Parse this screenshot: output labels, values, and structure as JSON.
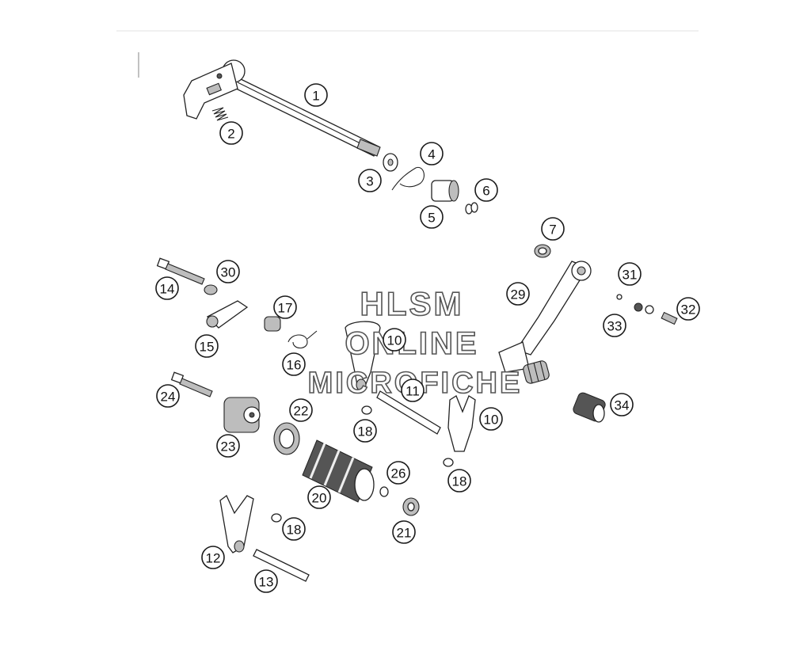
{
  "watermark": {
    "line1": "HLSM",
    "line2": "ONLINE",
    "line3": "MICROFICHE"
  },
  "callouts": [
    "1",
    "2",
    "3",
    "4",
    "5",
    "6",
    "7",
    "10",
    "10",
    "11",
    "12",
    "13",
    "14",
    "15",
    "16",
    "17",
    "18",
    "18",
    "18",
    "20",
    "21",
    "22",
    "23",
    "24",
    "26",
    "29",
    "30",
    "31",
    "32",
    "33",
    "34"
  ],
  "colors": {
    "line": "#222222",
    "background": "#ffffff",
    "rule": "#e6e6e6"
  }
}
